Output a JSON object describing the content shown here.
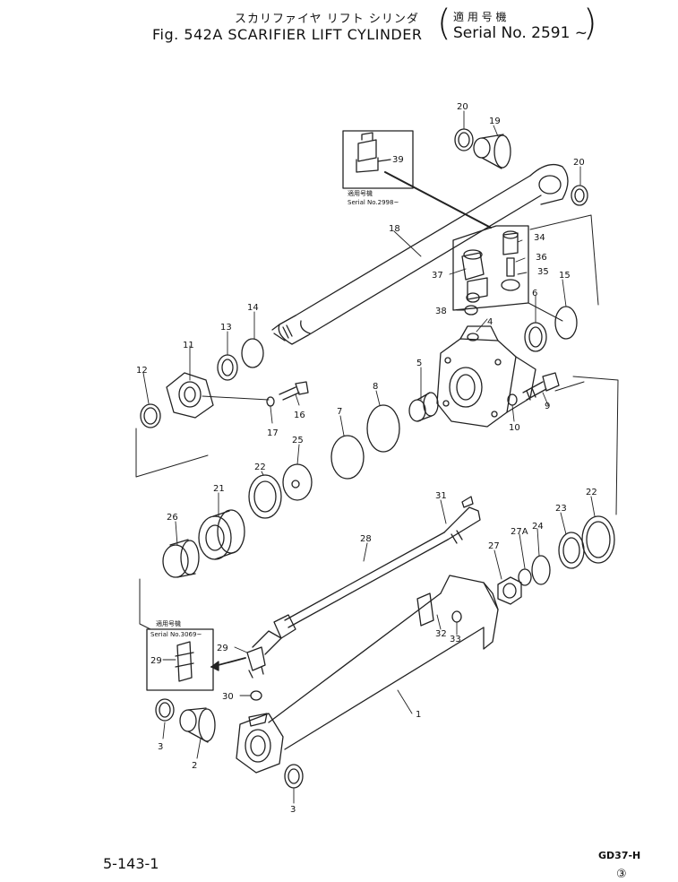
{
  "header": {
    "title_jp": "スカリファイヤ リフト シリンダ",
    "figure_title": "Fig. 542A  SCARIFIER LIFT CYLINDER",
    "serial_jp": "適 用 号 機",
    "serial_en": "Serial No. 2591 ~",
    "paren_left": "(",
    "paren_right": ")"
  },
  "footer": {
    "page_number": "5-143-1",
    "drawing_code": "GD37-H",
    "sheet_mark": "③"
  },
  "notes": {
    "inset_top_jp": "適用号機",
    "inset_top_serial": "Serial No.2998~",
    "inset_left_jp": "適用号機",
    "inset_left_serial": "Serial No.3069~"
  },
  "callouts": {
    "p1": "1",
    "p2": "2",
    "p3a": "3",
    "p3b": "3",
    "p4": "4",
    "p5": "5",
    "p6": "6",
    "p7": "7",
    "p8": "8",
    "p9": "9",
    "p10": "10",
    "p11": "11",
    "p12": "12",
    "p13": "13",
    "p14": "14",
    "p15": "15",
    "p16": "16",
    "p17": "17",
    "p18": "18",
    "p19": "19",
    "p20a": "20",
    "p20b": "20",
    "p21": "21",
    "p22a": "22",
    "p22b": "22",
    "p23": "23",
    "p24": "24",
    "p25": "25",
    "p26": "26",
    "p27": "27",
    "p27a": "27A",
    "p28": "28",
    "p29a": "29",
    "p29b": "29",
    "p30": "30",
    "p31": "31",
    "p32": "32",
    "p33": "33",
    "p34": "34",
    "p35": "35",
    "p36": "36",
    "p37": "37",
    "p38": "38",
    "p39": "39"
  }
}
